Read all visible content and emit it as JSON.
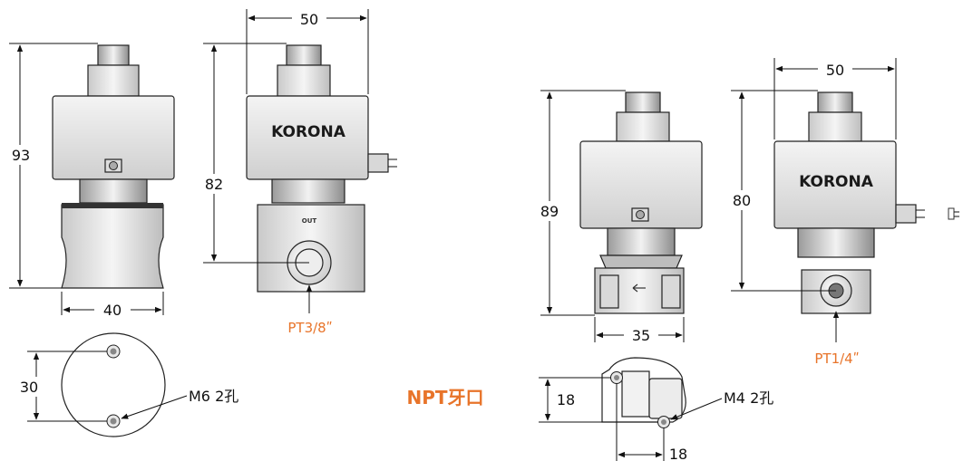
{
  "colors": {
    "accent": "#e8742a",
    "line": "#111111"
  },
  "left_valve": {
    "dims": {
      "height_side": "93",
      "height_front": "82",
      "width_top": "50",
      "width_body": "40",
      "mount_spacing": "30"
    },
    "brand": "KORONA",
    "port_label": "OUT",
    "port_thread": "PT3/8ʺ",
    "mount_note": "M6 2孔"
  },
  "center_label": "NPT牙口",
  "right_valve": {
    "dims": {
      "height_side": "89",
      "height_front": "80",
      "width_top": "50",
      "width_body": "35",
      "mount_vertical": "18",
      "mount_horizontal": "18"
    },
    "brand": "KORONA",
    "port_thread": "PT1/4ʺ",
    "mount_note": "M4 2孔"
  }
}
